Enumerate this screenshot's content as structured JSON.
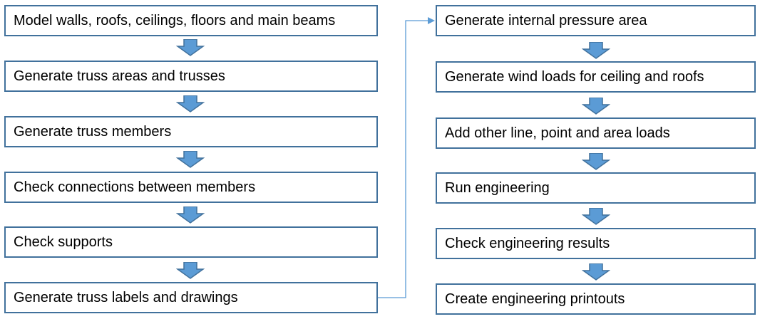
{
  "colors": {
    "box_border": "#41719c",
    "arrow_fill": "#5b9bd5",
    "arrow_stroke": "#41719c",
    "connector": "#5b9bd5"
  },
  "left_column": [
    {
      "label": "Model walls, roofs, ceilings, floors and main beams"
    },
    {
      "label": "Generate truss areas and trusses"
    },
    {
      "label": "Generate truss members"
    },
    {
      "label": "Check connections between members"
    },
    {
      "label": "Check supports"
    },
    {
      "label": "Generate truss labels and drawings"
    }
  ],
  "right_column": [
    {
      "label": "Generate internal pressure area"
    },
    {
      "label": "Generate wind loads for ceiling and roofs"
    },
    {
      "label": "Add other line, point and area loads"
    },
    {
      "label": "Run engineering"
    },
    {
      "label": "Check engineering results"
    },
    {
      "label": "Create engineering printouts"
    }
  ]
}
